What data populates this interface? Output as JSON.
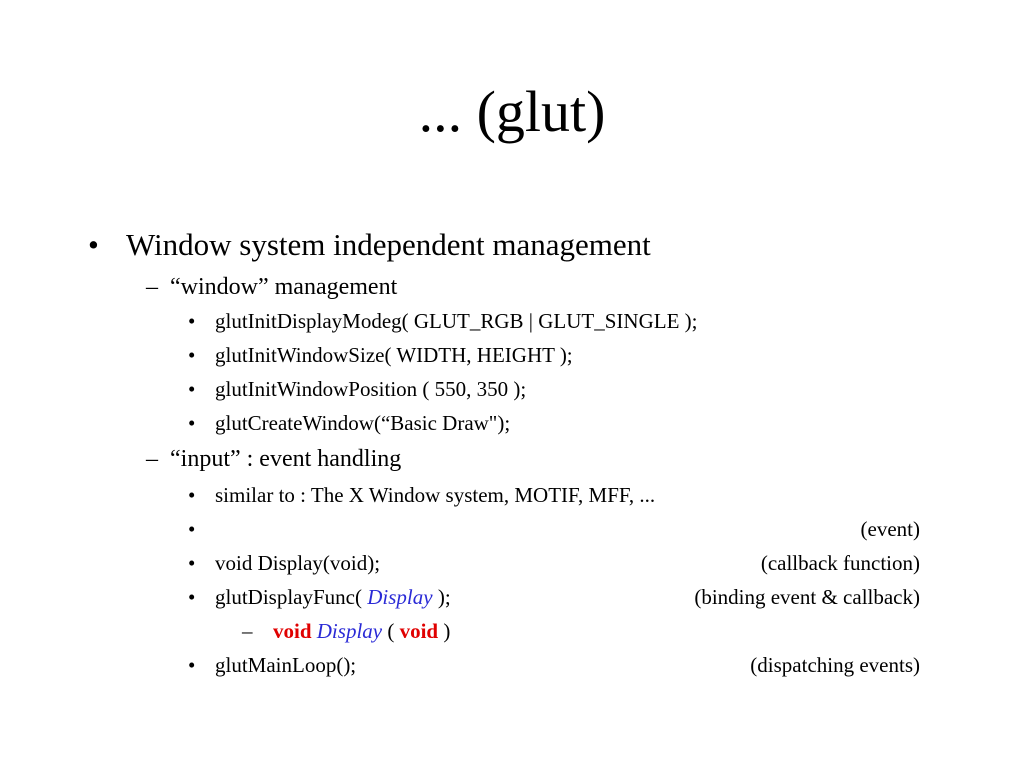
{
  "title": "... (glut)",
  "bullets": {
    "window_system": "Window system independent management",
    "window_mgmt": "“window” management",
    "init_display_mode": "glutInitDisplayModeg( GLUT_RGB | GLUT_SINGLE );",
    "init_window_size": "glutInitWindowSize( WIDTH, HEIGHT );",
    "init_window_position": "glutInitWindowPosition ( 550, 350 );",
    "create_window": "glutCreateWindow(“Basic Draw\");",
    "input_handling": "“input” : event handling",
    "similar_to": "similar to : The X Window system, MOTIF, MFF, ...",
    "event_note": "(event)",
    "display_decl": "void Display(void);",
    "callback_note": "(callback function)",
    "display_func_prefix": "glutDisplayFunc(",
    "display_func_arg": "Display",
    "display_func_suffix": ");",
    "binding_note": "(binding event & callback)",
    "sig_void1": "void",
    "sig_display": "Display",
    "sig_open": "(",
    "sig_void2": "void",
    "sig_close": ")",
    "main_loop": "glutMainLoop();",
    "dispatch_note": "(dispatching events)"
  },
  "markers": {
    "bullet": "•",
    "dash": "–"
  },
  "colors": {
    "keyword": "#e00000",
    "function_name": "#2a2ad6",
    "text": "#000000",
    "background": "#ffffff"
  }
}
